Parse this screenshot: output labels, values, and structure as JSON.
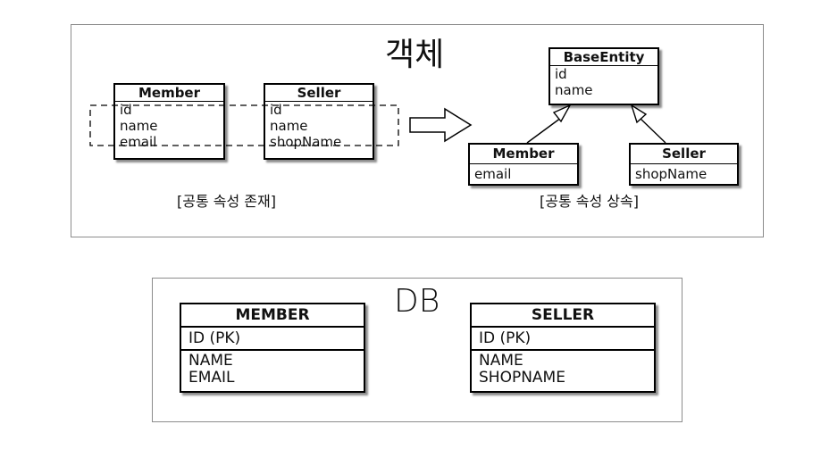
{
  "object_panel": {
    "title": "객체",
    "left_member": {
      "name": "Member",
      "fields": [
        "id",
        "name",
        "email"
      ]
    },
    "left_seller": {
      "name": "Seller",
      "fields": [
        "id",
        "name",
        "shopName"
      ]
    },
    "left_caption": "[공통 속성 존재]",
    "base_entity": {
      "name": "BaseEntity",
      "fields": [
        "id",
        "name"
      ]
    },
    "right_member": {
      "name": "Member",
      "fields": [
        "email"
      ]
    },
    "right_seller": {
      "name": "Seller",
      "fields": [
        "shopName"
      ]
    },
    "right_caption": "[공통 속성 상속]"
  },
  "db_panel": {
    "title": "DB",
    "member_table": {
      "name": "MEMBER",
      "pk": "ID (PK)",
      "columns": [
        "NAME",
        "EMAIL"
      ]
    },
    "seller_table": {
      "name": "SELLER",
      "pk": "ID (PK)",
      "columns": [
        "NAME",
        "SHOPNAME"
      ]
    }
  }
}
